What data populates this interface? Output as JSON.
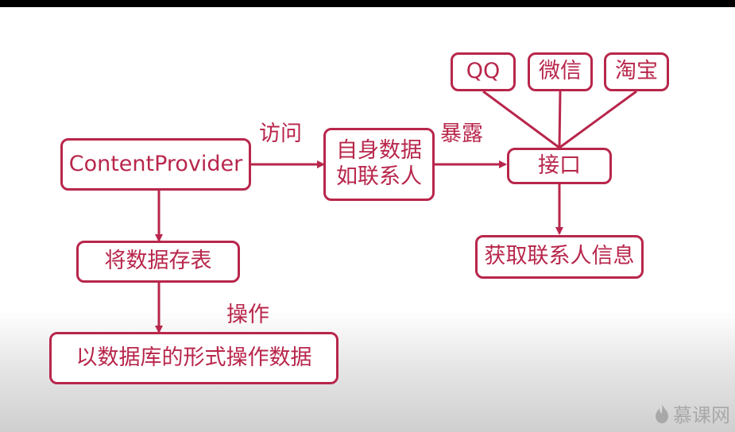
{
  "diagram": {
    "nodes": {
      "content_provider": "ContentProvider",
      "store_table": "将数据存表",
      "database_operate": "以数据库的形式操作数据",
      "own_data": "自身数据\n如联系人",
      "interface": "接口",
      "get_contacts": "获取联系人信息",
      "qq": "QQ",
      "wechat": "微信",
      "taobao": "淘宝"
    },
    "edge_labels": {
      "access": "访问",
      "expose": "暴露",
      "operate": "操作"
    },
    "colors": {
      "accent": "#b8264b"
    }
  },
  "watermark": {
    "text": "慕课网",
    "icon": "flame-icon"
  }
}
